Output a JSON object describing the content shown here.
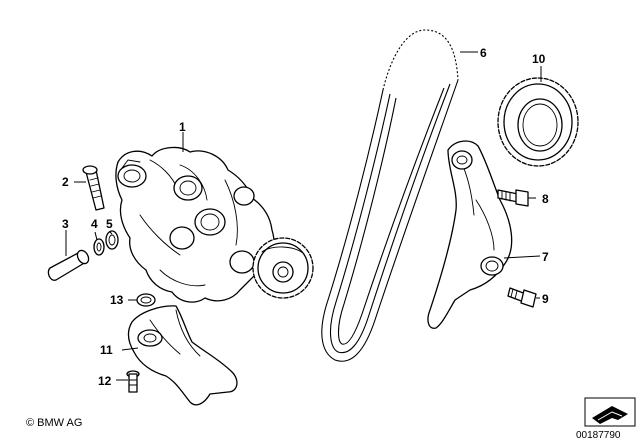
{
  "callouts": [
    {
      "id": "1",
      "label": "1"
    },
    {
      "id": "2",
      "label": "2"
    },
    {
      "id": "3",
      "label": "3"
    },
    {
      "id": "4",
      "label": "4"
    },
    {
      "id": "5",
      "label": "5"
    },
    {
      "id": "6",
      "label": "6"
    },
    {
      "id": "7",
      "label": "7"
    },
    {
      "id": "8",
      "label": "8"
    },
    {
      "id": "9",
      "label": "9"
    },
    {
      "id": "10",
      "label": "10"
    },
    {
      "id": "11",
      "label": "11"
    },
    {
      "id": "12",
      "label": "12"
    },
    {
      "id": "13",
      "label": "13"
    }
  ],
  "footer": {
    "copyright": "© BMW AG",
    "doc_number": "00187790"
  },
  "colors": {
    "line": "#000000",
    "background": "#ffffff"
  }
}
